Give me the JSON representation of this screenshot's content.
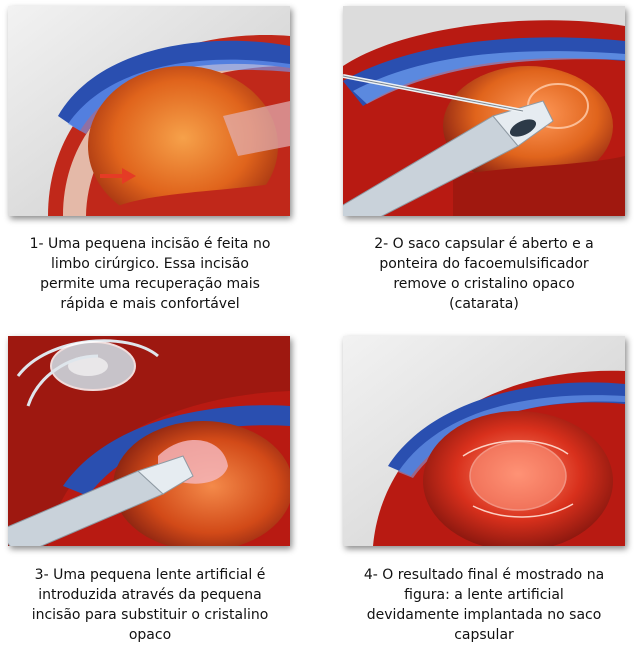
{
  "steps": [
    {
      "number": "1",
      "caption": "1- Uma pequena incisão é feita no\nlimbo cirúrgico. Essa incisão\npermite uma recuperação mais\nrápida e mais confortável"
    },
    {
      "number": "2",
      "caption": "2- O saco capsular é aberto e a\nponteira do facoemulsificador\nremove o cristalino opaco\n(catarata)"
    },
    {
      "number": "3",
      "caption": "3- Uma pequena lente artificial é\nintroduzida através da pequena\nincisão para substituir o cristalino\nopaco"
    },
    {
      "number": "4",
      "caption": "4- O resultado final é mostrado na\nfigura: a lente artificial\ndevidamente implantada no saco\ncapsular"
    }
  ],
  "colors": {
    "background": "#ffffff",
    "frame": "#000000",
    "iris_blue": "#2a4fb0",
    "lens_orange": "#e0641c",
    "tissue_red": "#b81a12",
    "instrument_gray": "#c9d2da",
    "arrow_red": "#e53b25"
  },
  "icons": [
    "incision-arrow-icon",
    "phaco-probe-icon",
    "capsule-needle-icon",
    "foldable-lens-icon",
    "injector-icon"
  ]
}
